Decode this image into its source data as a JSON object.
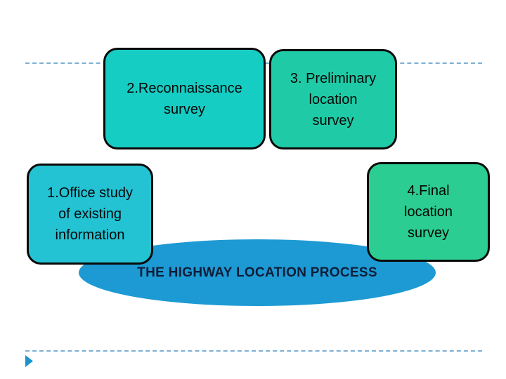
{
  "banner": {
    "label": "THE HIGHWAY LOCATION PROCESS",
    "fill": "#1d9ad3",
    "text_color": "#0f1d38"
  },
  "steps": [
    {
      "label": "1.Office study\nof existing\ninformation",
      "fill": "#23c3d4"
    },
    {
      "label": "2.Reconnaissance\nsurvey",
      "fill": "#16cdc3"
    },
    {
      "label": "3. Preliminary\nlocation\nsurvey",
      "fill": "#1fcba6"
    },
    {
      "label": "4.Final\nlocation\nsurvey",
      "fill": "#2bcd92"
    }
  ],
  "decorations": {
    "dashed_line_color": "#7dafd4",
    "bullet_triangle_color": "#1b95c9",
    "box_border_color": "#0a0a0a"
  }
}
